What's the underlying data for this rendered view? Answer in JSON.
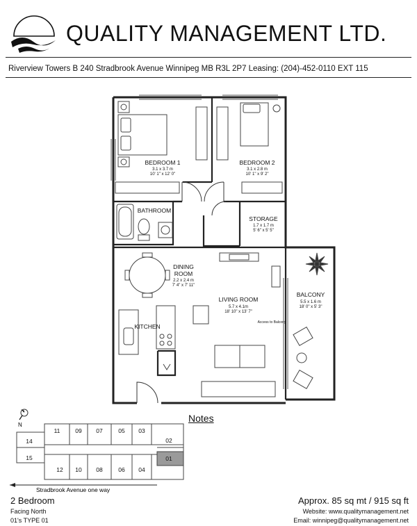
{
  "header": {
    "company": "QUALITY MANAGEMENT LTD.",
    "address_line": "Riverview Towers B  240 Stradbrook Avenue Winnipeg MB R3L 2P7  Leasing: (204)-452-0110  EXT 115"
  },
  "rooms": {
    "bedroom1": {
      "name": "BEDROOM 1",
      "metric": "3.1 x 3.7 m",
      "imperial": "10' 1\" x 12' 0\""
    },
    "bedroom2": {
      "name": "BEDROOM 2",
      "metric": "3.1 x 2.8 m",
      "imperial": "10' 1\" x 9' 2\""
    },
    "bathroom": {
      "name": "BATHROOM"
    },
    "storage": {
      "name": "STORAGE",
      "metric": "1.7 x 1.7 m",
      "imperial": "5' 6\" x 5' 5\""
    },
    "dining": {
      "name1": "DINING",
      "name2": "ROOM",
      "metric": "2.2 x 2.4 m",
      "imperial": "7' 4\" x 7' 11\""
    },
    "living": {
      "name": "LIVING ROOM",
      "metric": "5.7 x 4.1m",
      "imperial": "18' 10\" x 13' 7\""
    },
    "kitchen": {
      "name": "KITCHEN"
    },
    "balcony": {
      "name": "BALCONY",
      "metric": "5.5 x 1.6 m",
      "imperial": "18' 0\" x 5' 3\""
    },
    "balcony_access": "Access to Balcony"
  },
  "keyplan": {
    "north": "N",
    "street": "Stradbrook Avenue one way",
    "units_top": [
      "11",
      "09",
      "07",
      "05",
      "03"
    ],
    "units_bottom": [
      "12",
      "10",
      "08",
      "06",
      "04"
    ],
    "units_left": [
      "14",
      "15"
    ],
    "units_right": [
      "02",
      "01"
    ],
    "highlighted_unit": "01"
  },
  "notes_label": "Notes",
  "footer": {
    "bedrooms": "2 Bedroom",
    "facing": "Facing North",
    "type": "01's TYPE 01",
    "area": "Approx. 85 sq mt / 915 sq ft",
    "website": "Website: www.qualitymanagement.net",
    "email": "Email: winnipeg@qualitymanagement.net"
  },
  "colors": {
    "ink": "#111111",
    "wall": "#222222",
    "highlight": "#9a9a9a"
  }
}
